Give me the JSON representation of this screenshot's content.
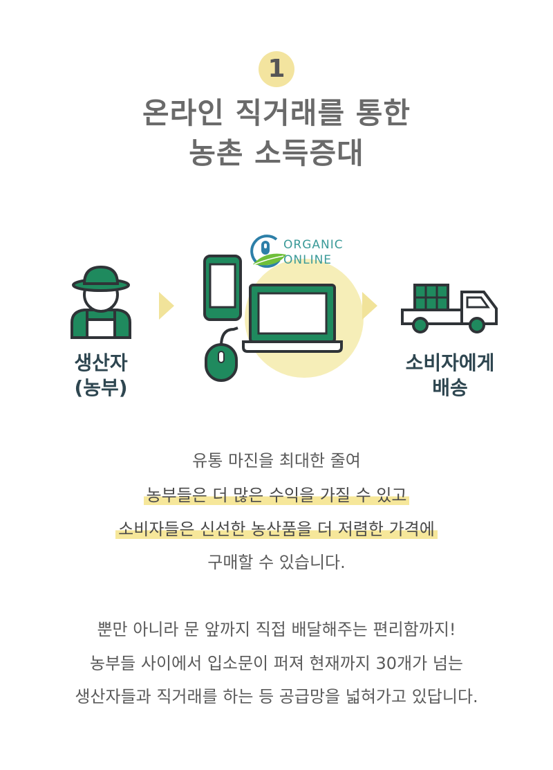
{
  "header": {
    "step_number": "1",
    "title_line1": "온라인 직거래를 통한",
    "title_line2": "농촌 소득증대"
  },
  "flow": {
    "producer_label_line1": "생산자",
    "producer_label_line2": "(농부)",
    "consumer_label_line1": "소비자에게",
    "consumer_label_line2": "배송",
    "logo_line1": "ORGANIC",
    "logo_line2": "ONLINE"
  },
  "body": {
    "p1_line1": "유통 마진을 최대한 줄여",
    "p1_line2": "농부들은 더 많은 수익을 가질 수 있고",
    "p1_line3": "소비자들은 신선한 농산품을 더 저렴한 가격에",
    "p1_line4": "구매할 수 있습니다.",
    "p2_line1": "뿐만 아니라 문 앞까지 직접 배달해주는 편리함까지!",
    "p2_line2": "농부들 사이에서 입소문이 퍼져 현재까지 30개가 넘는",
    "p2_line3": "생산자들과 직거래를 하는 등 공급망을 넓혀가고 있답니다."
  },
  "colors": {
    "accent_green": "#1f8a5e",
    "dark_outline": "#2f3337",
    "badge_yellow": "#f3e49f",
    "highlight_yellow": "#f6e79a",
    "logo_teal": "#3a9a98"
  }
}
